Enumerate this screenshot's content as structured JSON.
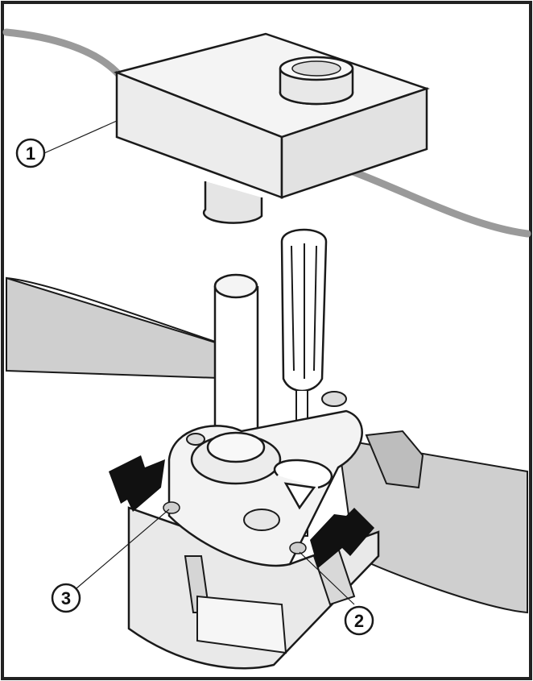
{
  "callouts": [
    {
      "label": "1"
    },
    {
      "label": "2"
    },
    {
      "label": "3"
    }
  ],
  "colors": {
    "ink": "#1a1a1a",
    "strap_gray": "#c8c8c8",
    "cable_gray": "#9a9a9a",
    "body_light": "#f2f2f2",
    "arrow_black": "#111111",
    "frame": "#222222"
  }
}
